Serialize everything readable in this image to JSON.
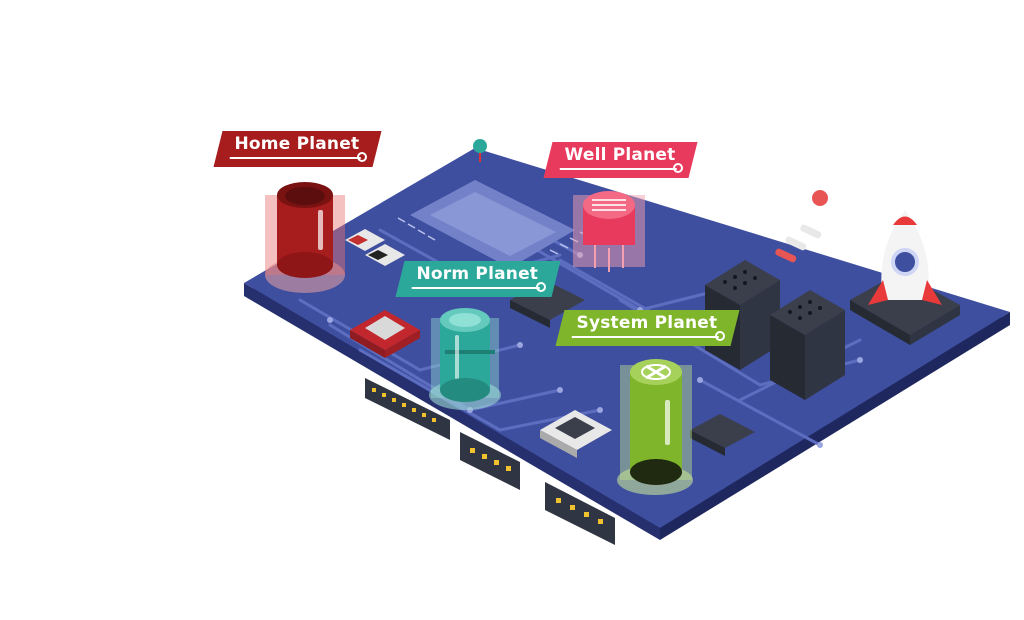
{
  "labels": {
    "home": "Home Planet",
    "well": "Well Planet",
    "norm": "Norm Planet",
    "system": "System Planet"
  },
  "colors": {
    "board_top": "#3f4fa0",
    "board_side": "#2b3780",
    "home": "#a71c1c",
    "well": "#e83a5c",
    "norm": "#2ca89a",
    "system": "#7fb52a",
    "chip": "#2f3542"
  },
  "icons": [
    "rocket-icon",
    "capacitor-icon",
    "microchip-icon",
    "connector-icon",
    "pin-icon"
  ]
}
